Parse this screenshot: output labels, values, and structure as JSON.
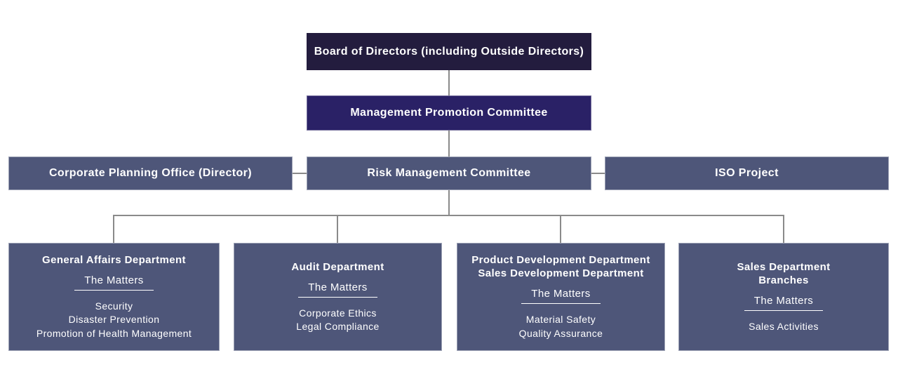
{
  "colors": {
    "board_box": "#231C3E",
    "committee_box": "#2A2166",
    "department_box": "#4E5679",
    "connector_line": "#8A8A8A",
    "text": "#FFFFFF",
    "background": "#FFFFFF"
  },
  "chart": {
    "board": {
      "label": "Board of Directors (including Outside Directors)"
    },
    "management_committee": {
      "label": "Management Promotion Committee"
    },
    "level3": {
      "left": {
        "label": "Corporate Planning Office (Director)"
      },
      "center": {
        "label": "Risk Management Committee"
      },
      "right": {
        "label": "ISO Project"
      }
    },
    "departments": [
      {
        "title_lines": [
          "General Affairs Department"
        ],
        "matters_label": "The Matters",
        "items": [
          "Security",
          "Disaster Prevention",
          "Promotion of Health Management"
        ]
      },
      {
        "title_lines": [
          "Audit Department"
        ],
        "matters_label": "The Matters",
        "items": [
          "Corporate Ethics",
          "Legal Compliance"
        ]
      },
      {
        "title_lines": [
          "Product Development Department",
          "Sales Development Department"
        ],
        "matters_label": "The Matters",
        "items": [
          "Material Safety",
          "Quality Assurance"
        ]
      },
      {
        "title_lines": [
          "Sales Department",
          "Branches"
        ],
        "matters_label": "The Matters",
        "items": [
          "Sales Activities"
        ]
      }
    ]
  }
}
